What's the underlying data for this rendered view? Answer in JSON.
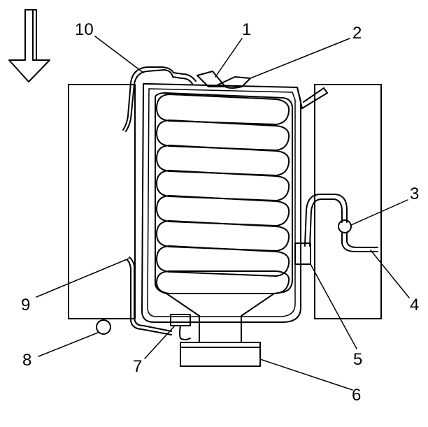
{
  "callouts": [
    {
      "id": "1",
      "text": "1"
    },
    {
      "id": "2",
      "text": "2"
    },
    {
      "id": "3",
      "text": "3"
    },
    {
      "id": "4",
      "text": "4"
    },
    {
      "id": "5",
      "text": "5"
    },
    {
      "id": "6",
      "text": "6"
    },
    {
      "id": "7",
      "text": "7"
    },
    {
      "id": "8",
      "text": "8"
    },
    {
      "id": "9",
      "text": "9"
    },
    {
      "id": "10",
      "text": "10"
    }
  ],
  "icons": {
    "direction_arrow": "arrow-down-icon"
  },
  "colors": {
    "line": "#000000",
    "background": "#ffffff"
  }
}
